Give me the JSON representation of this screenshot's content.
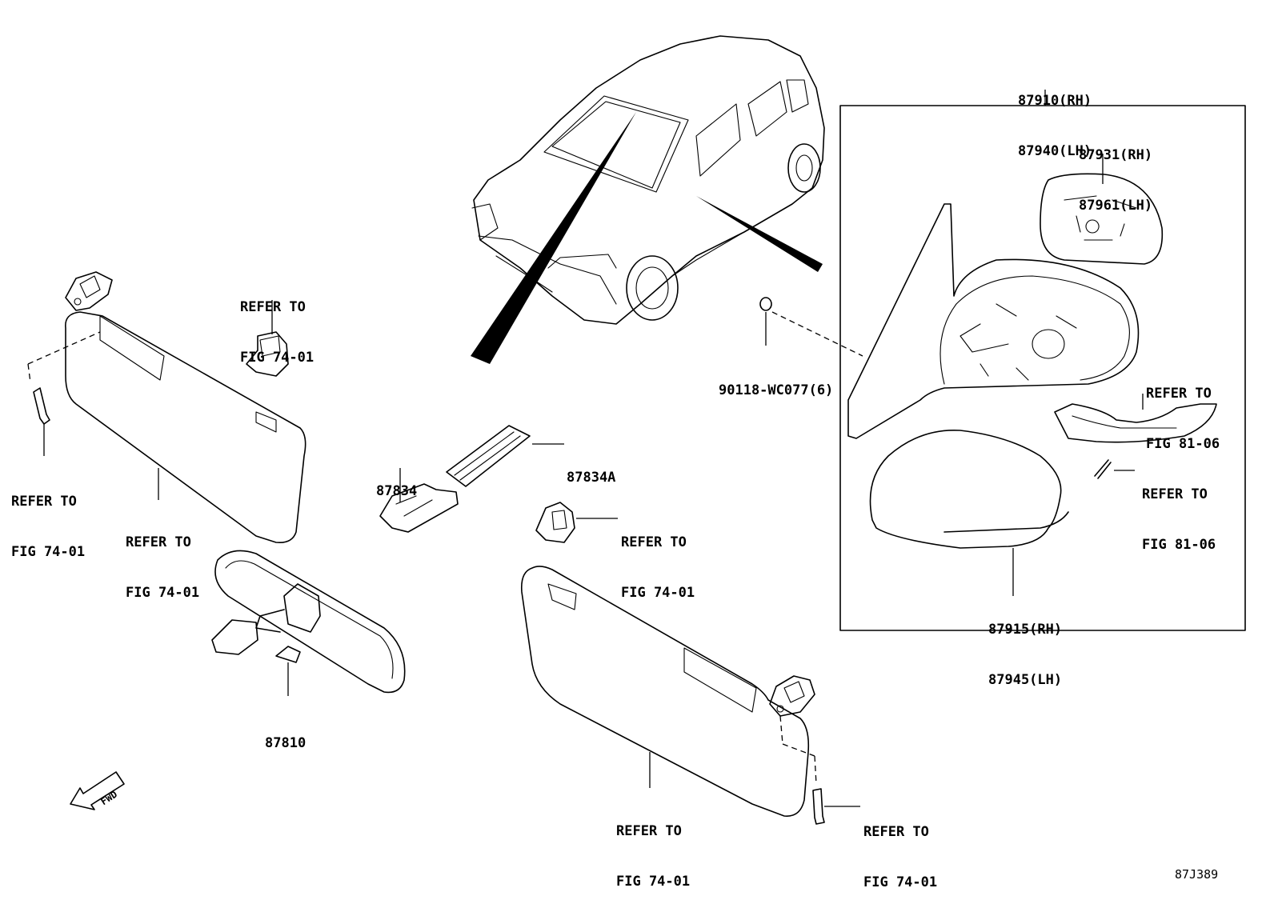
{
  "labels": {
    "mirror_outer_assy": [
      "87910(RH)",
      "87940(LH)"
    ],
    "mirror_glass": [
      "87931(RH)",
      "87961(LH)"
    ],
    "mirror_cover": [
      "87915(RH)",
      "87945(LH)"
    ],
    "clip_screw": "90118-WC077(6)",
    "holder": "87834",
    "holder_a": "87834A",
    "inner_mirror": "87810",
    "refer_fig_81_06_upper": [
      "REFER TO",
      "FIG 81-06"
    ],
    "refer_fig_81_06_lower": [
      "REFER TO",
      "FIG 81-06"
    ],
    "refer_fig_74_01_top_clip": [
      "REFER TO",
      "FIG 74-01"
    ],
    "refer_fig_74_01_left_screw": [
      "REFER TO",
      "FIG 74-01"
    ],
    "refer_fig_74_01_left_visor": [
      "REFER TO",
      "FIG 74-01"
    ],
    "refer_fig_74_01_mid_clip": [
      "REFER TO",
      "FIG 74-01"
    ],
    "refer_fig_74_01_right_visor": [
      "REFER TO",
      "FIG 74-01"
    ],
    "refer_fig_74_01_right_screw": [
      "REFER TO",
      "FIG 74-01"
    ]
  },
  "fwd_arrow_text": "FWD",
  "figure_code": "87J389"
}
